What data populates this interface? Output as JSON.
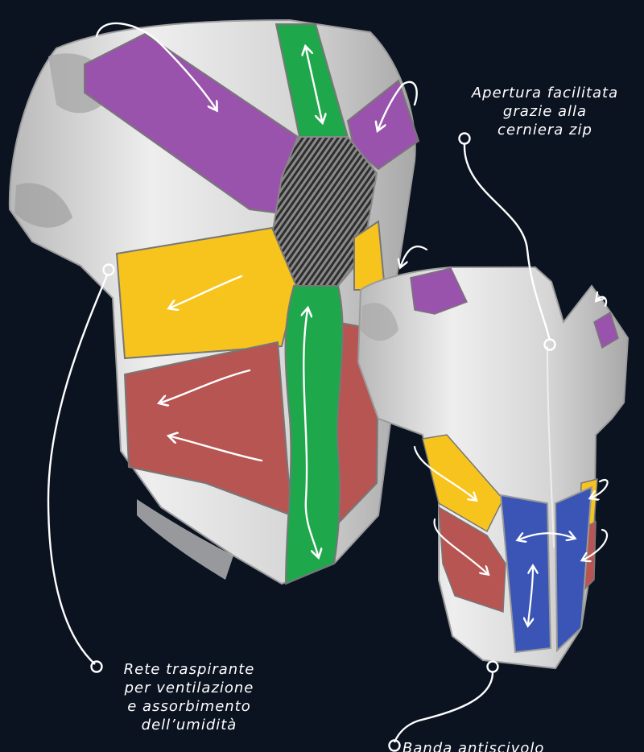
{
  "callouts": {
    "zip": "Apertura facilitata\ngrazie alla\ncerniera zip",
    "mesh": "Rete traspirante\nper ventilazione\ne assorbimento\ndell’umidità",
    "band": "Banda antiscivolo"
  },
  "colors": {
    "background": "#0b1220",
    "garment": "#d8d8d8",
    "purple_band": "#9a53ad",
    "green_band": "#1fa74b",
    "yellow_band": "#f7c41e",
    "red_band": "#b75552",
    "blue_band": "#3a55b5",
    "mesh": "#3d3d3d",
    "lines": "#ffffff"
  }
}
